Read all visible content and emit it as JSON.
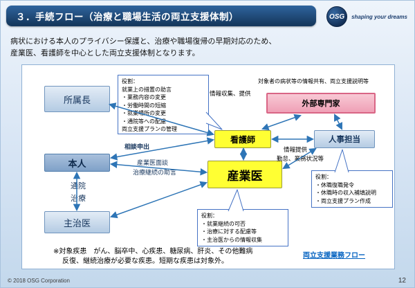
{
  "slide": {
    "title": "３．手続フロー（治療と職場生活の両立支援体制）",
    "intro_line1": "病状における本人のプライバシー保護と、治療や職場復帰の早期対応のため、",
    "intro_line2": "産業医、看護師を中心とした両立支援体制となります。",
    "copyright": "© 2018 OSG Corporation",
    "page_number": "12"
  },
  "logo": {
    "monogram": "OSG",
    "tagline": "shaping your dreams"
  },
  "boxes": {
    "manager": "所属長",
    "employee": "本人",
    "doctor": "主治医",
    "nurse": "看護師",
    "occupational_physician": "産業医",
    "external_expert": "外部専門家",
    "hr": "人事担当"
  },
  "callouts": {
    "nurse_role": {
      "heading": "役割：",
      "lines": [
        "就業上の措置の助言",
        "・業務内容の変更",
        "・労働時間の短縮",
        "・就業場所の変更",
        "・通院等への配慮",
        "両立支援プランの管理"
      ]
    },
    "physician_role": {
      "heading": "役割：",
      "lines": [
        "・就業継続の可否",
        "・治療に対する配慮等",
        "・主治医からの情報収集"
      ]
    },
    "hr_role": {
      "heading": "役割：",
      "lines": [
        "・休職復職発令",
        "・休職時の収入補填説明",
        "・両立支援プラン作成"
      ]
    }
  },
  "edge_labels": {
    "info_share_top": "対象者の病状等の情報共有、両立支援説明等",
    "info_collect": "情報収集、提供",
    "consult": "相談申出",
    "interview_line1": "産業医面談",
    "interview_line2": "治療継続の助言",
    "info_provide_line1": "情報提供",
    "info_provide_line2": "勤怠、業務状況等",
    "hospital_visit": "通院",
    "treatment": "治療"
  },
  "note": {
    "line1": "※対象疾患　がん、脳卒中、心疾患、糖尿病、肝炎、その他難病",
    "line2": "反復、継続治療が必要な疾患。短期な疾患は対象外。"
  },
  "link": {
    "label": "両立支援業務フロー"
  },
  "colors": {
    "title_navy": "#16395f",
    "arrow_blue": "#2e75b6",
    "box_blue": "#b4cbe3",
    "box_yellow": "#ffff33",
    "box_pink": "#efa0b6",
    "link_blue": "#0563c1"
  }
}
